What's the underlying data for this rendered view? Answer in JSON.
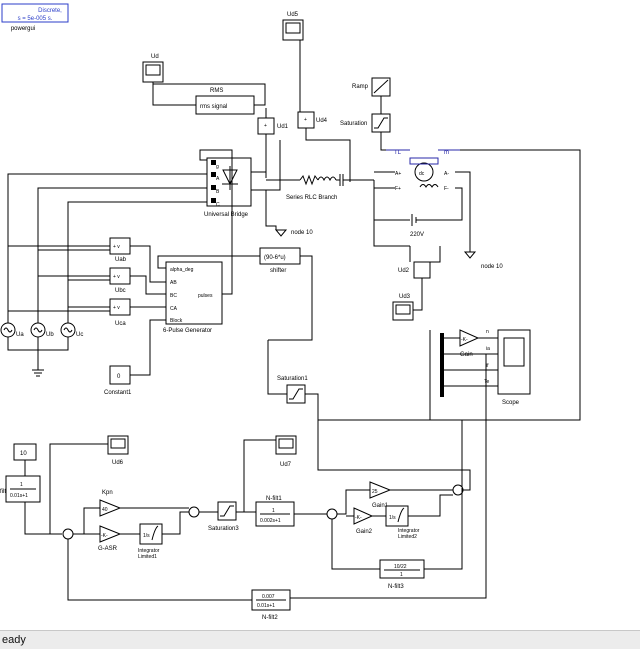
{
  "powergui": {
    "line1": "Discrete,",
    "line2": "s = 5e-005 s.",
    "label": "powergui"
  },
  "blocks": {
    "ud": "Ud",
    "rms": {
      "title": "RMS",
      "inner": "rms  signal"
    },
    "ud1": "Ud1",
    "ud4": "Ud4",
    "ud5": "Ud5",
    "ramp": "Ramp",
    "saturation": "Saturation",
    "universal_bridge": "Universal Bridge",
    "series_rlc": "Series RLC Branch",
    "node10a": "node 10",
    "node10b": "node 10",
    "v220": "220V",
    "ud2": "Ud2",
    "ud3": "Ud3",
    "uab": "Uab",
    "ubc": "Ubc",
    "uca": "Uca",
    "ua": "Ua",
    "ub": "Ub",
    "uc": "Uc",
    "pulse_gen": {
      "label": "6-Pulse Generator",
      "in1": "alpha_deg",
      "in2": "AB",
      "in3": "BC",
      "in4": "CA",
      "in5": "Block",
      "out": "pulses"
    },
    "shifter": {
      "inner": "(90-6*u)",
      "label": "shifter"
    },
    "constant1": {
      "value": "0",
      "label": "Constant1"
    },
    "saturation1": "Saturation1",
    "scope": "Scope",
    "gain": "Gain",
    "gain_k": "-K-",
    "ud6": "Ud6",
    "ud7": "Ud7",
    "const10": "10",
    "filt_left": {
      "num": "1",
      "den": "0.01s+1",
      "side": "filt"
    },
    "kpn": {
      "label": "Kpn",
      "value": "40"
    },
    "g_asr": {
      "label": "G-ASR",
      "k": "-K-"
    },
    "int1": {
      "label1": "Integrator",
      "label2": "Limited1",
      "frac": "1/s"
    },
    "saturation3": "Saturation3",
    "nfilt1": {
      "label": "N-filt1",
      "num": "1",
      "den": "0.002s+1"
    },
    "gain1": {
      "label": "Gain1",
      "value": "25"
    },
    "gain2": {
      "label": "Gain2",
      "k": "-K-"
    },
    "int2": {
      "label1": "Integrator",
      "label2": "Limited2",
      "frac": "1/s"
    },
    "nfilt3": {
      "label": "N-filt3",
      "num": "10/22",
      "den": "1"
    },
    "nfilt2": {
      "label": "N-filt2",
      "num": "0.007",
      "den": "0.01s+1"
    },
    "dc": {
      "tl": "TL",
      "m": "m",
      "a_plus": "A+",
      "a_minus": "A-",
      "f_plus": "F+",
      "f_minus": "F-",
      "dc": "dc"
    },
    "out_labels": {
      "n": "n",
      "ia": "ia",
      "if": "if",
      "te": "Te"
    },
    "bridge_ports": {
      "a": "A",
      "b": "B",
      "c": "C",
      "g": "g"
    }
  },
  "status": "eady"
}
